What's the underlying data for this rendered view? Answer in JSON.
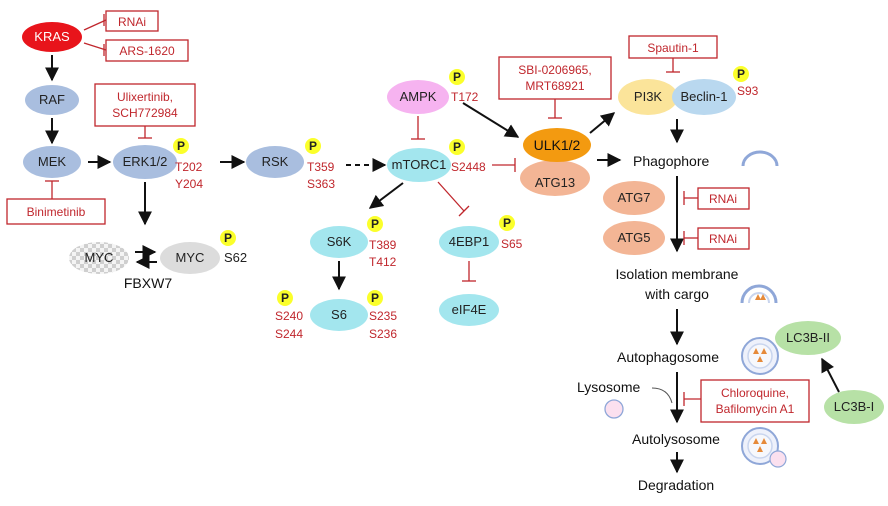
{
  "colors": {
    "red": "#c0272d",
    "kras": "#e8141b",
    "mapk_node": "#a9bedf",
    "mtor_node": "#a3e6ee",
    "ampk_node": "#f6b3f0",
    "ulk_node": "#f39a10",
    "atg_node": "#f3b595",
    "pi3k_node": "#fbe49a",
    "beclin_node": "#b9d8ef",
    "lc3_node": "#b7e1a6",
    "myc_node": "#dcdcdc",
    "phospho": "#fbff2b"
  },
  "nodes": {
    "kras": "KRAS",
    "raf": "RAF",
    "mek": "MEK",
    "erk": "ERK1/2",
    "rsk": "RSK",
    "myc_degraded": "MYC",
    "myc": "MYC",
    "fbxw7": "FBXW7",
    "ampk": "AMPK",
    "mtorc1": "mTORC1",
    "s6k": "S6K",
    "s6": "S6",
    "4ebp1": "4EBP1",
    "eif4e": "eIF4E",
    "ulk": "ULK1/2",
    "atg13": "ATG13",
    "pi3k": "PI3K",
    "beclin": "Beclin-1",
    "atg7": "ATG7",
    "atg5": "ATG5",
    "lc3b2": "LC3B-II",
    "lc3b1": "LC3B-I"
  },
  "sites": {
    "p": "P",
    "erk_1": "T202",
    "erk_2": "Y204",
    "rsk_1": "T359",
    "rsk_2": "S363",
    "ampk": "T172",
    "mtorc1": "S2448",
    "s6k_1": "T389",
    "s6k_2": "T412",
    "4ebp1": "S65",
    "s6_left_1": "S240",
    "s6_left_2": "S244",
    "s6_right_1": "S235",
    "s6_right_2": "S236",
    "myc": "S62",
    "beclin": "S93"
  },
  "inhibitors": {
    "rnai_kras": "RNAi",
    "ars": "ARS-1620",
    "erk_inh_1": "Ulixertinib,",
    "erk_inh_2": "SCH772984",
    "mek_inh": "Binimetinib",
    "ulk_inh_1": "SBI-0206965,",
    "ulk_inh_2": "MRT68921",
    "pi3k_inh": "Spautin-1",
    "rnai_atg7": "RNAi",
    "rnai_atg5": "RNAi",
    "lys_inh_1": "Chloroquine,",
    "lys_inh_2": "Bafilomycin A1"
  },
  "steps": {
    "phagophore": "Phagophore",
    "isolation_1": "Isolation membrane",
    "isolation_2": "with cargo",
    "autophagosome": "Autophagosome",
    "lysosome": "Lysosome",
    "autolysosome": "Autolysosome",
    "degradation": "Degradation"
  }
}
